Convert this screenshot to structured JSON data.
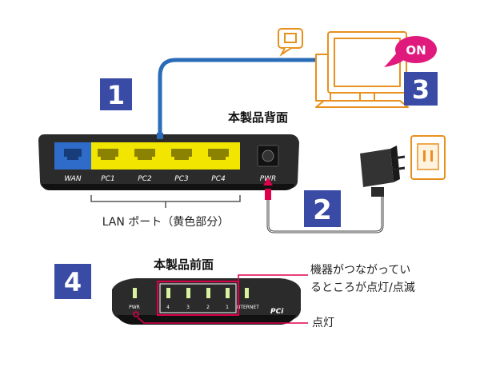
{
  "steps": {
    "one": "1",
    "two": "2",
    "three": "3",
    "four": "4"
  },
  "on_badge": "ON",
  "rear_title": "本製品背面",
  "front_title": "本製品前面",
  "rear_ports": {
    "wan": "WAN",
    "pc1": "PC1",
    "pc2": "PC2",
    "pc3": "PC3",
    "pc4": "PC4",
    "pwr": "PWR"
  },
  "lan_label": "LAN ポート（黄色部分）",
  "front_leds": {
    "pwr": "PWR",
    "n4": "4",
    "n3": "3",
    "n2": "2",
    "n1": "1",
    "internet": "INTERNET",
    "brand": "PCi"
  },
  "callout_blink": {
    "line1": "機器がつながってい",
    "line2": "るところが点灯/点滅"
  },
  "callout_lit": "点灯",
  "colors": {
    "step_box": "#3a4ba6",
    "lan_yellow": "#f2e600",
    "wan_blue": "#2f6bc8",
    "cable_blue": "#2a6cb8",
    "accent_red": "#e0004a",
    "on_magenta": "#e0197d",
    "pc_orange": "#e8901e"
  }
}
